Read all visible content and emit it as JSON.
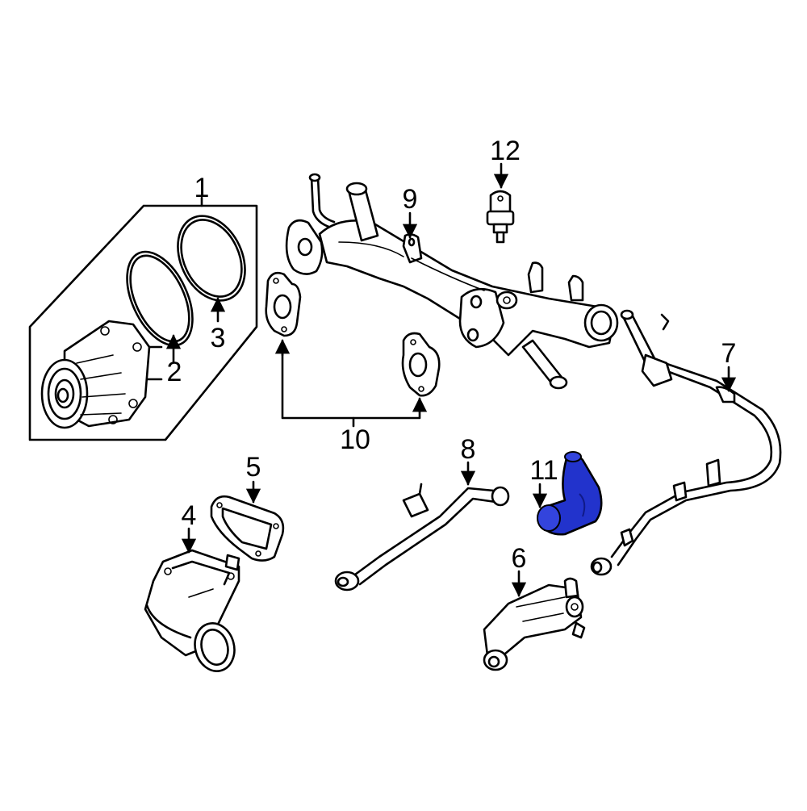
{
  "callouts": [
    {
      "id": "1",
      "text": "1"
    },
    {
      "id": "2",
      "text": "2"
    },
    {
      "id": "3",
      "text": "3"
    },
    {
      "id": "4",
      "text": "4"
    },
    {
      "id": "5",
      "text": "5"
    },
    {
      "id": "6",
      "text": "6"
    },
    {
      "id": "7",
      "text": "7"
    },
    {
      "id": "8",
      "text": "8"
    },
    {
      "id": "9",
      "text": "9"
    },
    {
      "id": "10",
      "text": "10"
    },
    {
      "id": "11",
      "text": "11"
    },
    {
      "id": "12",
      "text": "12"
    }
  ],
  "colors": {
    "line": "#000000",
    "highlight": "#2233cc",
    "background": "#ffffff"
  }
}
